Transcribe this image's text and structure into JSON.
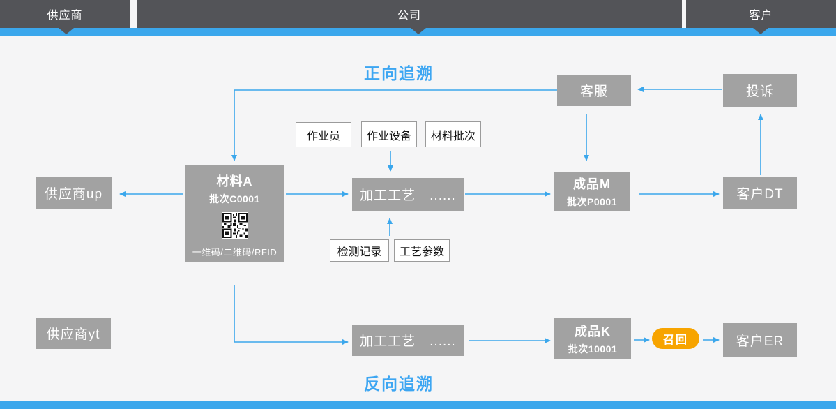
{
  "top_bar": {
    "segments": [
      {
        "id": "supplier",
        "label": "供应商"
      },
      {
        "id": "company",
        "label": "公司"
      },
      {
        "id": "customer",
        "label": "客户"
      }
    ]
  },
  "titles": {
    "forward": "正向追溯",
    "backward": "反向追溯"
  },
  "nodes": {
    "customer_service": "客服",
    "complaint": "投诉",
    "supplier_up": "供应商up",
    "material_a": {
      "name": "材料A",
      "batch": "批次C0001",
      "caption": "一维码/二维码/RFID"
    },
    "process_top": "加工工艺　......",
    "product_m": {
      "name": "成品M",
      "batch": "批次P0001"
    },
    "customer_dt": "客户DT",
    "supplier_yt": "供应商yt",
    "process_bottom": "加工工艺　......",
    "product_k": {
      "name": "成品K",
      "batch": "批次10001"
    },
    "recall": "召回",
    "customer_er": "客户ER"
  },
  "tags": {
    "operator": "作业员",
    "equipment": "作业设备",
    "material_batch": "材料批次",
    "inspection": "检测记录",
    "process_params": "工艺参数"
  },
  "colors": {
    "bar_dark": "#535458",
    "accent_blue": "#3BA7EC",
    "title_blue": "#3DA6F2",
    "node_gray": "#A2A2A2",
    "recall_orange": "#F7A400",
    "background": "#F5F5F6"
  }
}
